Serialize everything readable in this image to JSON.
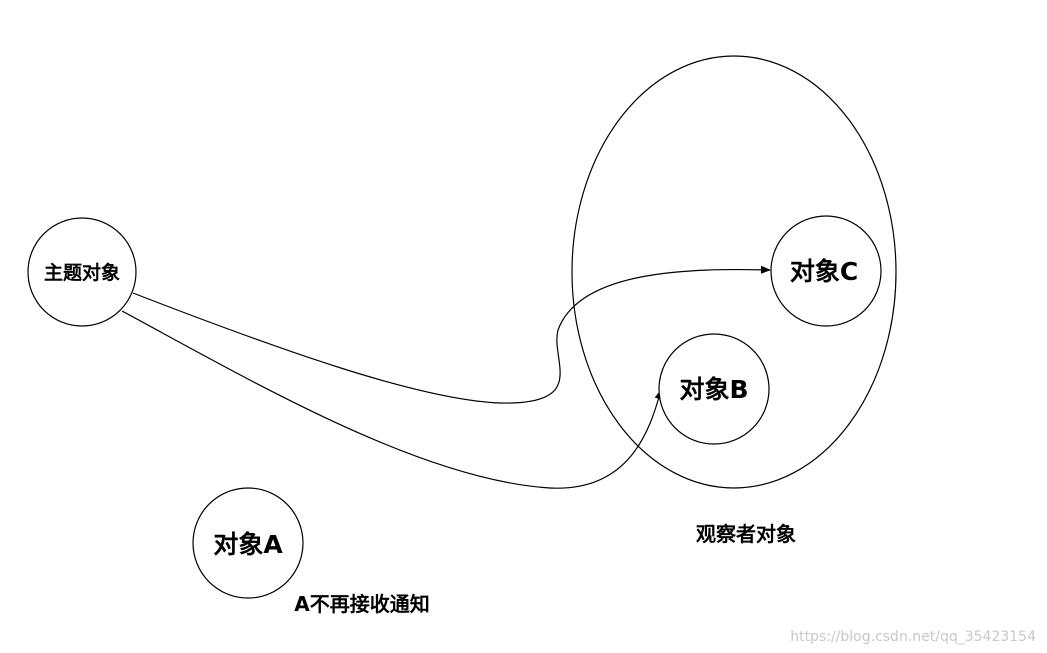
{
  "nodes": {
    "subject": {
      "label": "主题对象"
    },
    "object_a": {
      "label": "对象A"
    },
    "object_b": {
      "label": "对象B"
    },
    "object_c": {
      "label": "对象C"
    }
  },
  "group": {
    "label": "观察者对象"
  },
  "annotation": {
    "text": "A不再接收通知"
  },
  "watermark": {
    "text": "https://blog.csdn.net/qq_35423154"
  },
  "colors": {
    "stroke": "#000000",
    "background": "#ffffff",
    "watermark": "#c8c8c8"
  }
}
